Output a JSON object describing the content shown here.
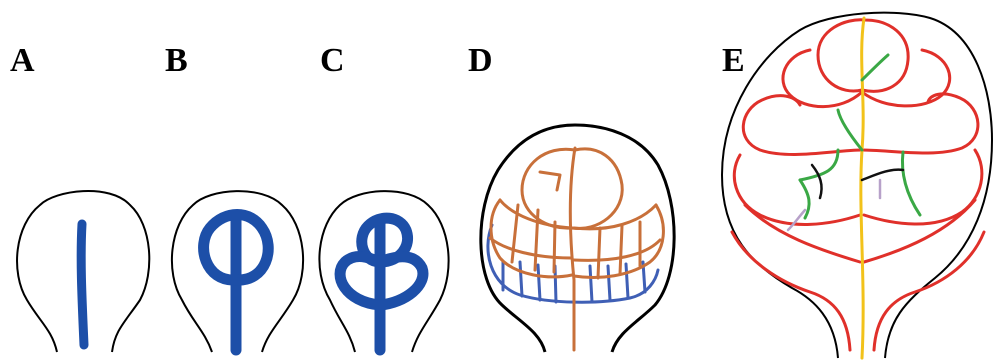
{
  "panels": [
    {
      "label": "A"
    },
    {
      "label": "B"
    },
    {
      "label": "C"
    },
    {
      "label": "D"
    },
    {
      "label": "E"
    }
  ],
  "colors": {
    "outline": "#000000",
    "early_vein": "#1d4fa8",
    "orange_vein": "#c8703a",
    "blue_vein_d": "#3f5fb5",
    "red_vein": "#e0302a",
    "yellow_midvein": "#f2c21a",
    "green_vein": "#3aa845",
    "black_vein": "#111111",
    "lilac_vein": "#b7a1c9"
  }
}
